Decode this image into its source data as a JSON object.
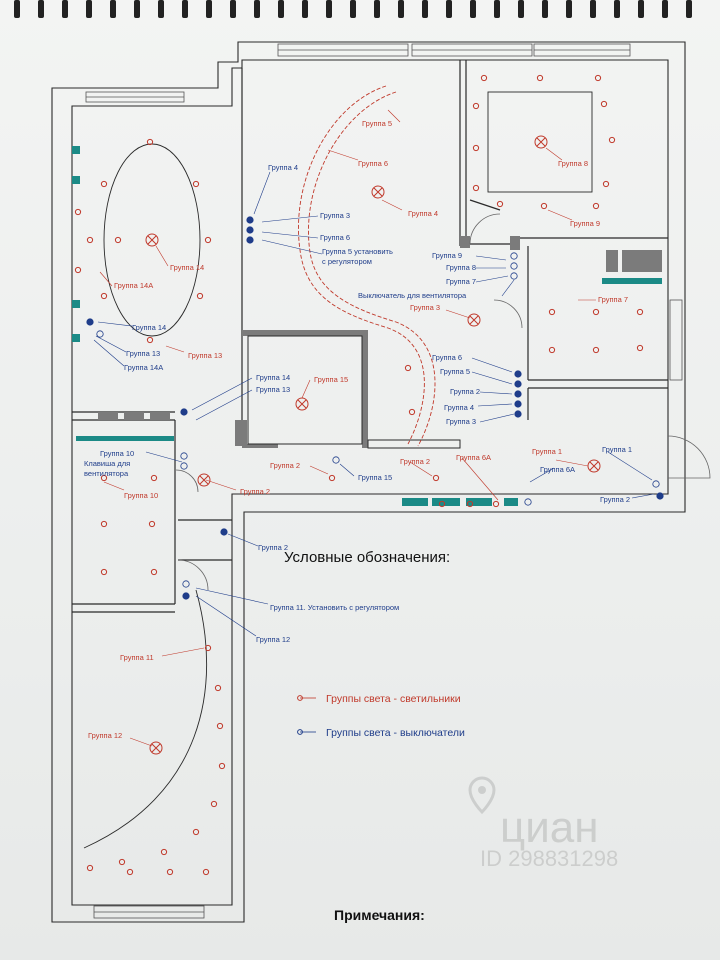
{
  "legend": {
    "title": "Условные  обозначения:",
    "lights": "Группы света - светильники",
    "switches": "Группы света - выключатели"
  },
  "notes_title": "Примечания:",
  "watermark": {
    "brand": "циан",
    "id": "ID 298831298"
  },
  "red_labels": [
    "Группа 5",
    "Группа 6",
    "Группа 4",
    "Группа 8",
    "Группа 9",
    "Группа 7",
    "Группа 3",
    "Группа 14",
    "Группа 14А",
    "Группа 13",
    "Группа 15",
    "Группа 2",
    "Группа 2",
    "Группа 6А",
    "Группа 1",
    "Группа 10",
    "Группа 2",
    "Группа 11",
    "Группа 12"
  ],
  "blue_labels": [
    "Группа 4",
    "Группа 3",
    "Группа 6",
    "Группа 5 установить",
    "с регулятором",
    "Группа 9",
    "Группа 8",
    "Группа 7",
    "Выключатель для вентилятора",
    "Группа 14",
    "Группа 13",
    "Группа 14А",
    "Группа 14",
    "Группа 13",
    "Группа 6",
    "Группа 5",
    "Группа 2",
    "Группа 4",
    "Группа 3",
    "Группа 1",
    "Группа 6А",
    "Группа 2",
    "Группа 10",
    "Клавиша для",
    "вентилятора",
    "Группа 15",
    "Группа 2",
    "Группа 11. Установить с регулятором",
    "Группа 12"
  ],
  "colors": {
    "light": "#c0392b",
    "switch": "#1f3d8a",
    "wall": "#2a2a2a",
    "accent": "#1b8a86"
  }
}
